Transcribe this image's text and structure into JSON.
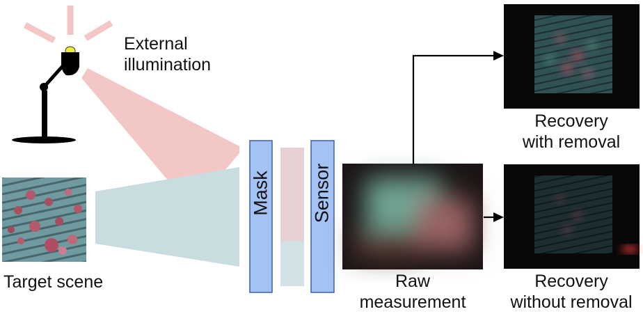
{
  "labels": {
    "external": [
      "External",
      "illumination"
    ],
    "target": "Target scene",
    "mask": "Mask",
    "sensor": "Sensor",
    "raw": [
      "Raw",
      "measurement"
    ],
    "recovery_with": [
      "Recovery",
      "with removal"
    ],
    "recovery_without": [
      "Recovery",
      "without removal"
    ]
  },
  "colors": {
    "beam": "#f2c7c6",
    "scene_cone": "#c9dde1",
    "panel_blue": "#a4c2f4",
    "panel_border": "#3d5fa8",
    "filter_top": "#e6d0d3",
    "filter_bottom": "#d2e2e4",
    "lamp": "#000000",
    "bulb": "#e8ee3a",
    "arrow": "#000000"
  },
  "icons": {
    "lamp": "desk-lamp-icon"
  }
}
